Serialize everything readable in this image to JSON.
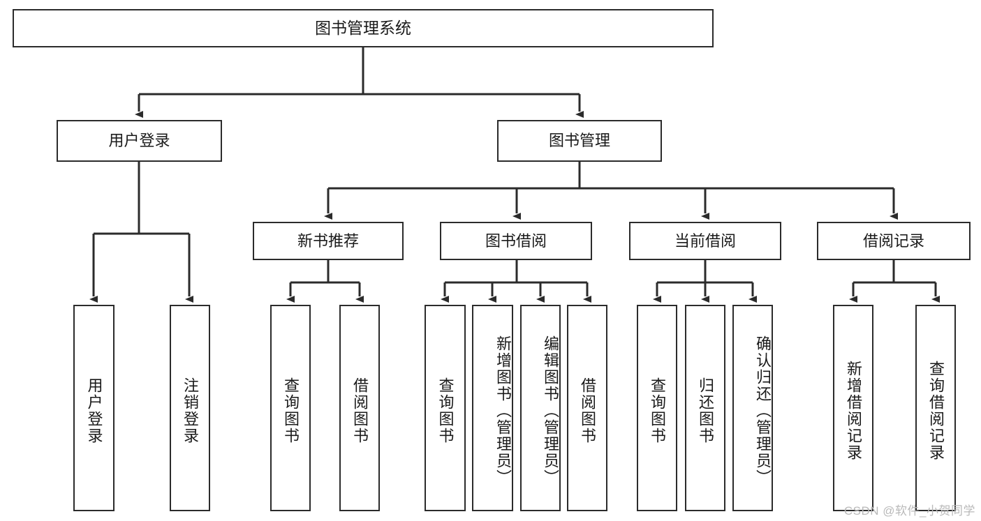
{
  "diagram": {
    "title": "图书管理系统",
    "root": {
      "label": "图书管理系统"
    },
    "branches": {
      "user_login": {
        "label": "用户登录"
      },
      "book_manage": {
        "label": "图书管理"
      }
    },
    "sections": [
      {
        "label": "新书推荐"
      },
      {
        "label": "图书借阅"
      },
      {
        "label": "当前借阅"
      },
      {
        "label": "借阅记录"
      }
    ],
    "leaves": [
      {
        "label": "用户登录"
      },
      {
        "label": "注销登录"
      },
      {
        "label": "查询图书"
      },
      {
        "label": "借阅图书"
      },
      {
        "label": "查询图书"
      },
      {
        "label": "新增图书（管理员）"
      },
      {
        "label": "编辑图书（管理员）"
      },
      {
        "label": "借阅图书"
      },
      {
        "label": "查询图书"
      },
      {
        "label": "归还图书"
      },
      {
        "label": "确认归还（管理员）"
      },
      {
        "label": "新增借阅记录"
      },
      {
        "label": "查询借阅记录"
      }
    ]
  },
  "watermark": {
    "text": "CSDN @软件_小贺同学"
  },
  "colors": {
    "stroke": "#2b2b2b",
    "background": "#ffffff",
    "text": "#1a1a1a",
    "watermark": "#b9b9b9"
  }
}
